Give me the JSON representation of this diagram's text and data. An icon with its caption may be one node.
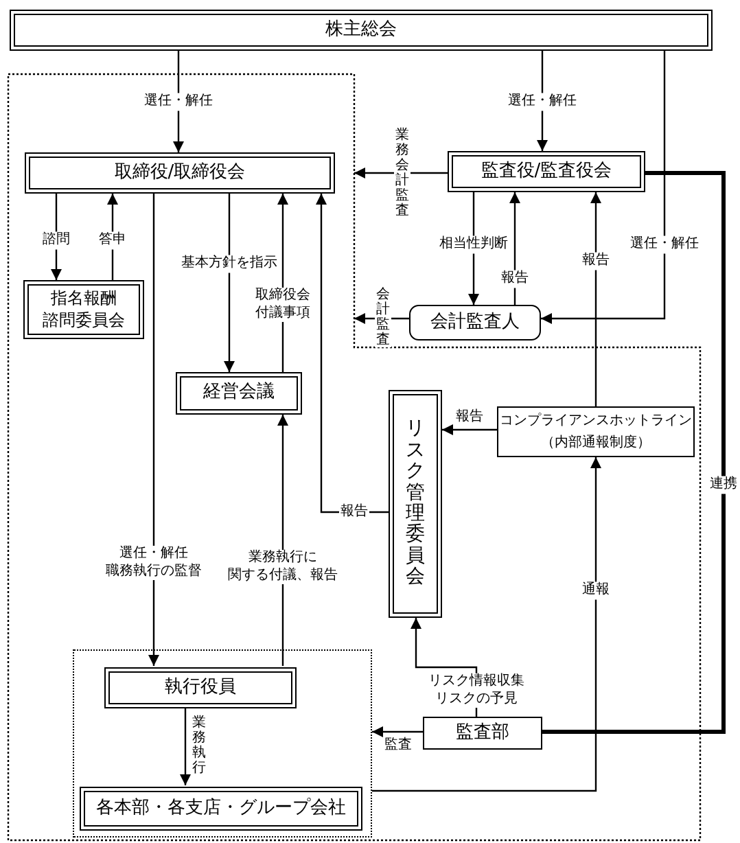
{
  "diagram": {
    "nodes": [
      {
        "text": [
          "株主総会"
        ]
      },
      {
        "text": [],
        "shape": "polygon"
      },
      {
        "text": [
          "取締役/取締役会"
        ],
        "in": 1
      },
      {
        "text": [
          "指名報酬諮問委員会"
        ],
        "in": 1
      },
      {
        "text": [
          "経営会議"
        ],
        "in": 1
      },
      {
        "text": [
          "監査役/監査役会"
        ]
      },
      {
        "text": [
          "会計監査人"
        ]
      },
      {
        "text": [
          "リスク管理委員会"
        ],
        "in": 1
      },
      {
        "text": [
          "コンプライアンスホットライン",
          "（内部通報制度）"
        ],
        "in": 1
      },
      {
        "text": [],
        "shape": "box",
        "in": 1
      },
      {
        "text": [
          "執行役員"
        ],
        "in": 9
      },
      {
        "text": [
          "各本部・各支店・グループ会社"
        ],
        "in": 9
      },
      {
        "text": [
          "監査部"
        ],
        "in": 1
      }
    ],
    "edges": [
      {
        "from": 0,
        "to": 2,
        "arrow": "to",
        "label": "選任・解任"
      },
      {
        "from": 0,
        "to": 5,
        "arrow": "to",
        "label": "選任・解任"
      },
      {
        "from": 0,
        "to": 6,
        "arrow": "to",
        "label": "選任・解任"
      },
      {
        "from": 5,
        "to": 1,
        "arrow": "to",
        "label": "業務会計監査"
      },
      {
        "from": 6,
        "to": 1,
        "arrow": "to",
        "label": "会計監査"
      },
      {
        "from": 2,
        "to": 3,
        "arrow": "to",
        "label": "諮問"
      },
      {
        "from": 3,
        "to": 2,
        "arrow": "to",
        "label": "答申"
      },
      {
        "from": 2,
        "to": 4,
        "arrow": "to",
        "label": "基本方針を指示"
      },
      {
        "from": 4,
        "to": 2,
        "arrow": "to",
        "label": "取締役会付議事項"
      },
      {
        "from": 7,
        "to": 2,
        "arrow": "to",
        "label": "報告"
      },
      {
        "from": 2,
        "to": 10,
        "arrow": "to",
        "label": "選任・解任職務執行の監督"
      },
      {
        "from": 10,
        "to": 4,
        "arrow": "to",
        "label": "業務執行に関する付議、報告"
      },
      {
        "from": 5,
        "to": 6,
        "arrow": "to",
        "label": "相当性判断"
      },
      {
        "from": 6,
        "to": 5,
        "arrow": "to",
        "label": "報告"
      },
      {
        "from": 8,
        "to": 5,
        "arrow": "to",
        "label": "報告"
      },
      {
        "from": 8,
        "to": 7,
        "arrow": "to",
        "label": "報告"
      },
      {
        "from": 5,
        "to": 12,
        "arrow": "none",
        "label": "連携",
        "style": "thick"
      },
      {
        "from": 12,
        "to": 7,
        "arrow": "to",
        "label": "リスク情報収集リスクの予見"
      },
      {
        "from": 12,
        "to": 9,
        "arrow": "to",
        "label": "監査"
      },
      {
        "from": 9,
        "to": 8,
        "arrow": "to",
        "label": "通報"
      },
      {
        "from": 10,
        "to": 11,
        "arrow": "to",
        "label": "業務執行"
      }
    ]
  }
}
